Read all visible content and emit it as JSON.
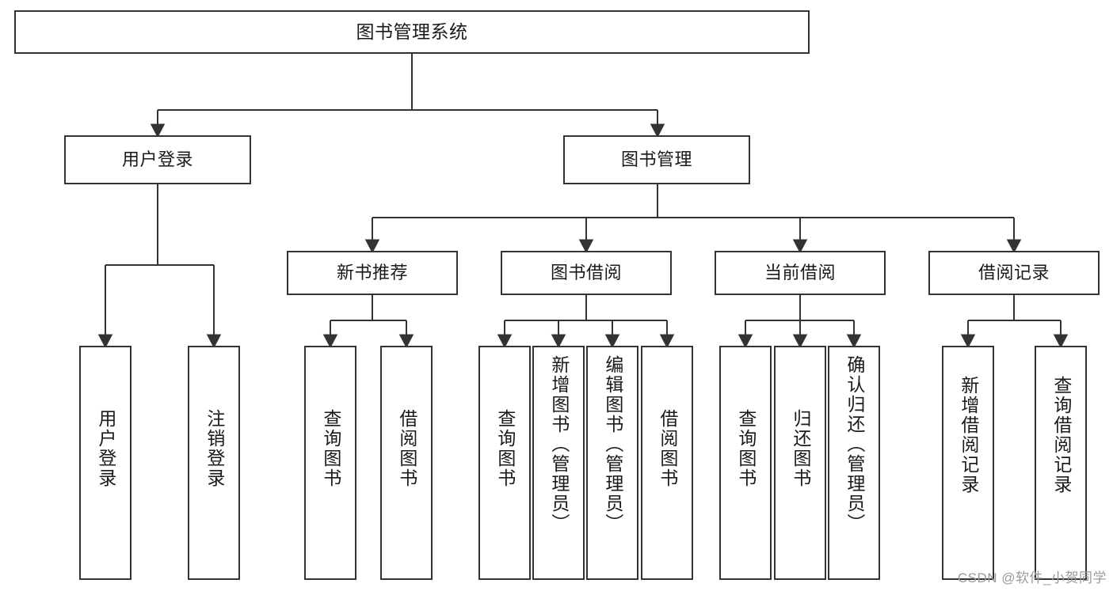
{
  "diagram": {
    "title": "图书管理系统",
    "type": "tree",
    "orientation": "top-down",
    "colors": {
      "node_border": "#333333",
      "node_fill": "#ffffff",
      "edge": "#333333",
      "text": "#1a1a1a",
      "watermark": "#9a9a9a"
    },
    "levels": [
      {
        "level": 0,
        "nodes": [
          {
            "id": "root",
            "label": "图书管理系统",
            "orientation": "horizontal"
          }
        ]
      },
      {
        "level": 1,
        "nodes": [
          {
            "id": "user-login",
            "label": "用户登录",
            "orientation": "horizontal",
            "parent": "root"
          },
          {
            "id": "book-manage",
            "label": "图书管理",
            "orientation": "horizontal",
            "parent": "root"
          }
        ]
      },
      {
        "level": 2,
        "nodes": [
          {
            "id": "new-book-rec",
            "label": "新书推荐",
            "orientation": "horizontal",
            "parent": "book-manage"
          },
          {
            "id": "book-borrow",
            "label": "图书借阅",
            "orientation": "horizontal",
            "parent": "book-manage"
          },
          {
            "id": "current-borrow",
            "label": "当前借阅",
            "orientation": "horizontal",
            "parent": "book-manage"
          },
          {
            "id": "borrow-record",
            "label": "借阅记录",
            "orientation": "horizontal",
            "parent": "book-manage"
          }
        ]
      },
      {
        "level": 3,
        "nodes": [
          {
            "id": "leaf-user-login",
            "label": "用户登录",
            "orientation": "vertical",
            "parent": "user-login"
          },
          {
            "id": "leaf-logout",
            "label": "注销登录",
            "orientation": "vertical",
            "parent": "user-login"
          },
          {
            "id": "leaf-query-book-1",
            "label": "查询图书",
            "orientation": "vertical",
            "parent": "new-book-rec"
          },
          {
            "id": "leaf-borrow-book-1",
            "label": "借阅图书",
            "orientation": "vertical",
            "parent": "new-book-rec"
          },
          {
            "id": "leaf-query-book-2",
            "label": "查询图书",
            "orientation": "vertical",
            "parent": "book-borrow"
          },
          {
            "id": "leaf-add-book",
            "label": "新增图书（管理员）",
            "orientation": "vertical",
            "parent": "book-borrow"
          },
          {
            "id": "leaf-edit-book",
            "label": "编辑图书（管理员）",
            "orientation": "vertical",
            "parent": "book-borrow"
          },
          {
            "id": "leaf-borrow-book-2",
            "label": "借阅图书",
            "orientation": "vertical",
            "parent": "book-borrow"
          },
          {
            "id": "leaf-query-book-3",
            "label": "查询图书",
            "orientation": "vertical",
            "parent": "current-borrow"
          },
          {
            "id": "leaf-return-book",
            "label": "归还图书",
            "orientation": "vertical",
            "parent": "current-borrow"
          },
          {
            "id": "leaf-confirm-return",
            "label": "确认归还（管理员）",
            "orientation": "vertical",
            "parent": "current-borrow"
          },
          {
            "id": "leaf-add-record",
            "label": "新增借阅记录",
            "orientation": "vertical",
            "parent": "borrow-record"
          },
          {
            "id": "leaf-query-record",
            "label": "查询借阅记录",
            "orientation": "vertical",
            "parent": "borrow-record"
          }
        ]
      }
    ]
  },
  "watermark": {
    "text": "CSDN @软件_小贺同学"
  }
}
